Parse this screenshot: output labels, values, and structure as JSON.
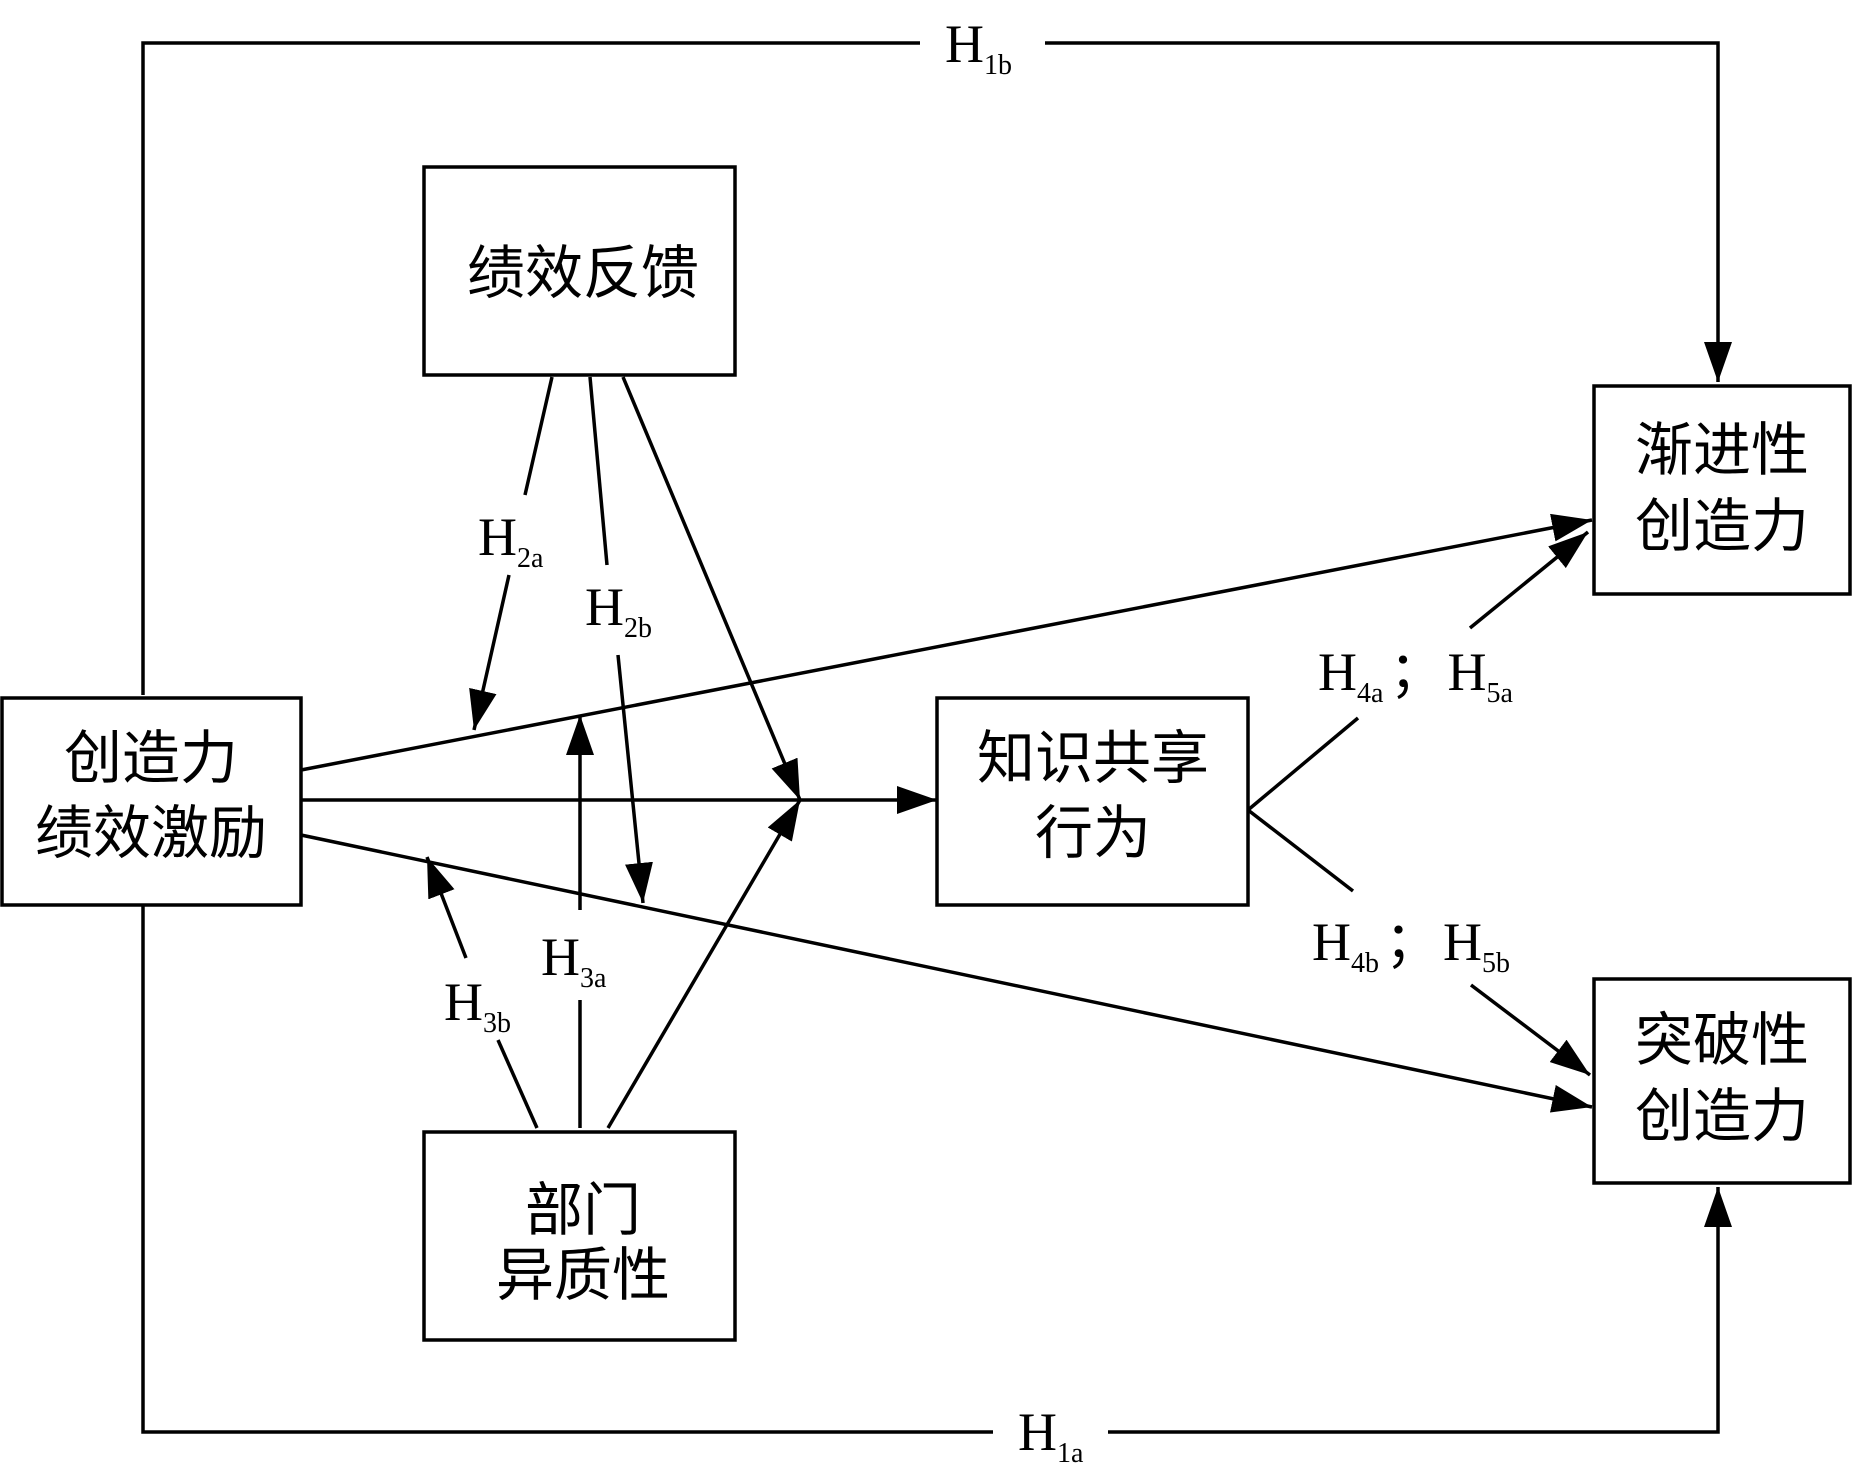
{
  "nodes": {
    "performance_incentive": {
      "line1": "创造力",
      "line2": "绩效激励"
    },
    "performance_feedback": {
      "line1": "绩效反馈"
    },
    "department_heterogeneity": {
      "line1": "部门",
      "line2": "异质性"
    },
    "knowledge_sharing": {
      "line1": "知识共享",
      "line2": "行为"
    },
    "incremental_creativity": {
      "line1": "渐进性",
      "line2": "创造力"
    },
    "radical_creativity": {
      "line1": "突破性",
      "line2": "创造力"
    }
  },
  "hypotheses": {
    "h1a": {
      "main": "H",
      "sub": "1a"
    },
    "h1b": {
      "main": "H",
      "sub": "1b"
    },
    "h2a": {
      "main": "H",
      "sub": "2a"
    },
    "h2b": {
      "main": "H",
      "sub": "2b"
    },
    "h3a": {
      "main": "H",
      "sub": "3a"
    },
    "h3b": {
      "main": "H",
      "sub": "3b"
    },
    "h4a": {
      "main": "H",
      "sub": "4a"
    },
    "h5a": {
      "main": "H",
      "sub": "5a"
    },
    "h4b": {
      "main": "H",
      "sub": "4b"
    },
    "h5b": {
      "main": "H",
      "sub": "5b"
    },
    "separator": "；"
  }
}
